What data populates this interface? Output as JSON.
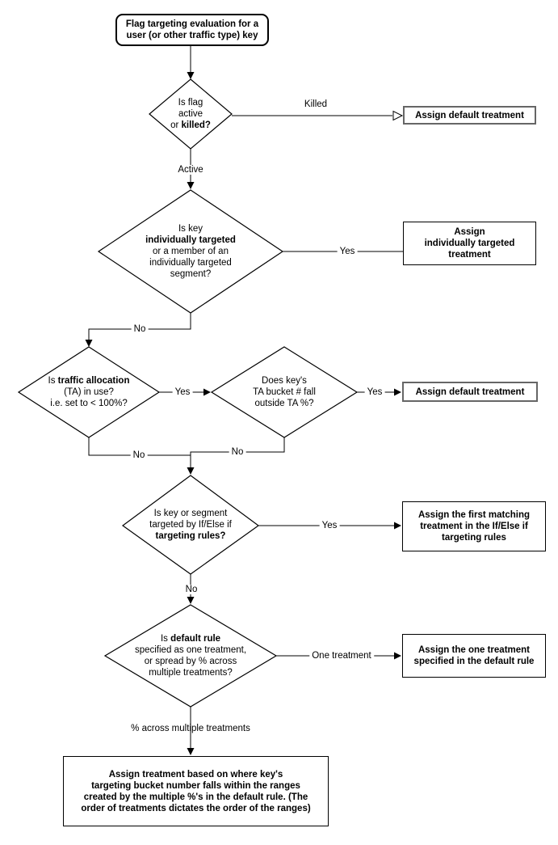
{
  "diagram": {
    "title": "Flag targeting evaluation flowchart",
    "colors": {
      "stroke": "#000000",
      "background": "#ffffff",
      "text": "#000000"
    },
    "nodes": {
      "start": {
        "lines": [
          "Flag targeting evaluation for a",
          "user (or other traffic type) key"
        ]
      },
      "d1": {
        "lines": [
          "Is flag",
          "active",
          [
            {
              "t": "or "
            },
            {
              "t": "killed?",
              "b": true
            }
          ]
        ]
      },
      "d2": {
        "lines": [
          "Is key",
          [
            {
              "t": "individually targeted",
              "b": true
            }
          ],
          "or a member of an",
          "individually targeted",
          "segment?"
        ]
      },
      "d3": {
        "lines": [
          [
            {
              "t": "Is "
            },
            {
              "t": "traffic allocation",
              "b": true
            }
          ],
          "(TA) in use?",
          "i.e. set to < 100%?"
        ]
      },
      "d4": {
        "lines": [
          "Does key's",
          "TA bucket # fall",
          "outside TA %?"
        ]
      },
      "d5": {
        "lines": [
          "Is key or segment",
          "targeted by If/Else if",
          [
            {
              "t": "targeting rules?",
              "b": true
            }
          ]
        ]
      },
      "d6": {
        "lines": [
          [
            {
              "t": "Is "
            },
            {
              "t": "default rule",
              "b": true
            }
          ],
          "specified as one treatment,",
          "or spread by % across",
          "multiple treatments?"
        ]
      },
      "b1": {
        "lines": [
          "Assign default treatment"
        ]
      },
      "b2": {
        "lines": [
          "Assign",
          "individually targeted",
          "treatment"
        ]
      },
      "b3": {
        "lines": [
          "Assign default treatment"
        ]
      },
      "b4": {
        "lines": [
          "Assign the first matching",
          "treatment in the If/Else if",
          "targeting rules"
        ]
      },
      "b5": {
        "lines": [
          "Assign the one treatment",
          "specified in the default rule"
        ]
      },
      "b6": {
        "lines": [
          "Assign treatment based on where key's",
          "targeting bucket number falls within the ranges",
          "created by the multiple %'s in the default rule. (The",
          "order of treatments dictates the order of the ranges)"
        ]
      }
    },
    "labels": {
      "killed": "Killed",
      "active": "Active",
      "yes": "Yes",
      "no": "No",
      "one_treatment": "One treatment",
      "pct_across": "% across multiple treatments"
    }
  }
}
